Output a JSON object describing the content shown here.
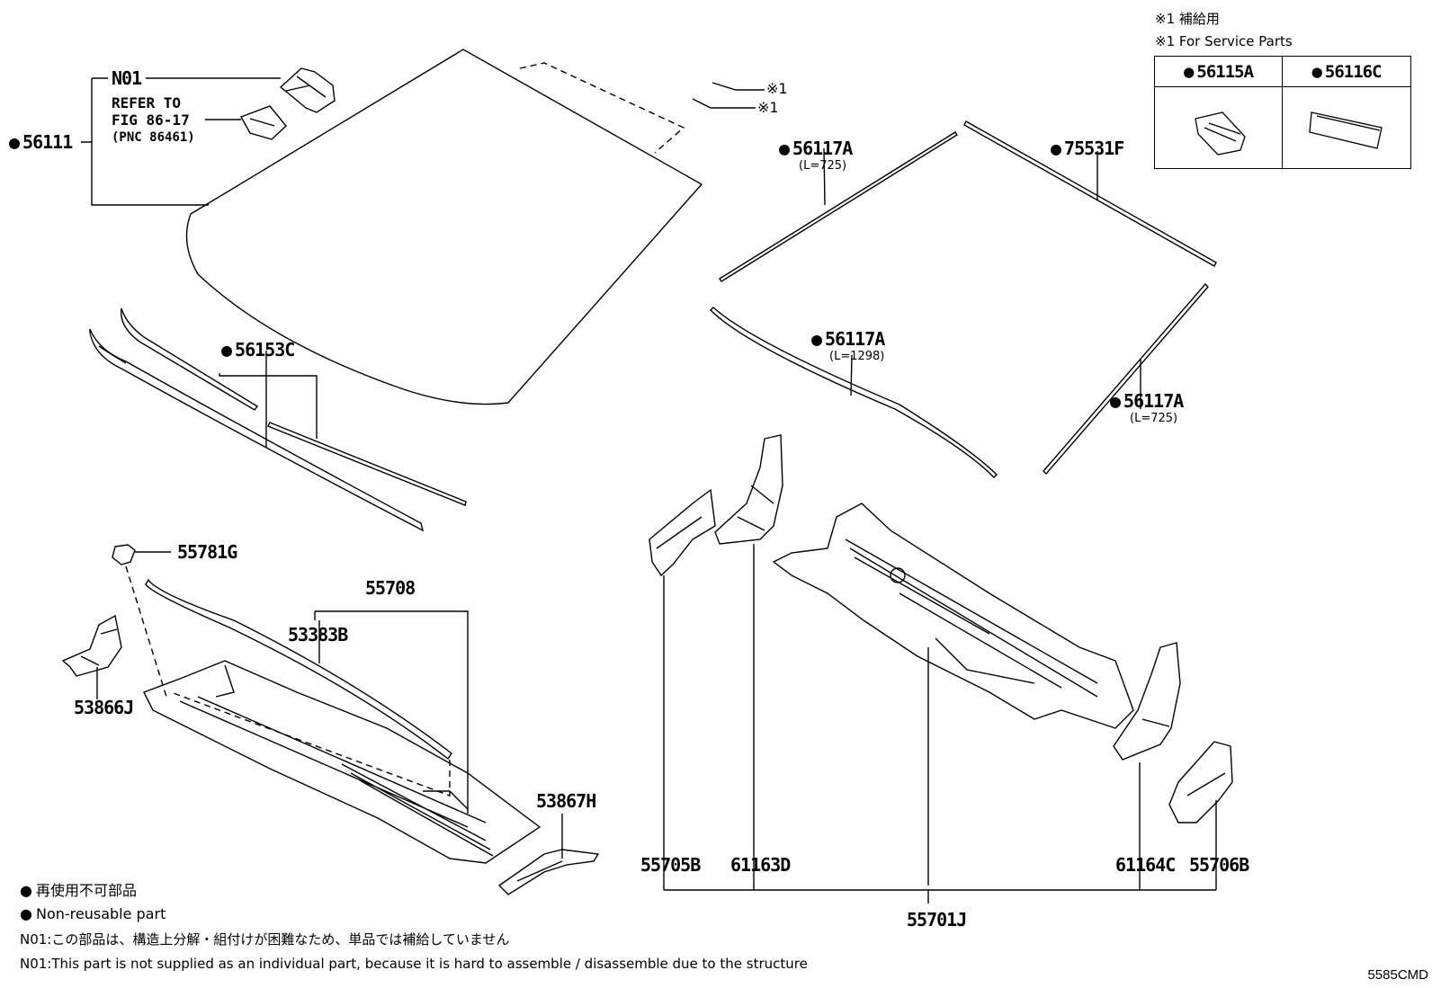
{
  "service_note": {
    "line1": "※1 補給用",
    "line2": "※1 For Service Parts",
    "table": [
      "56115A",
      "56116C"
    ]
  },
  "refer": {
    "line1": "REFER TO",
    "line2": "FIG 86-17",
    "line3": "(PNC 86461)"
  },
  "marker": "※1",
  "parts": {
    "n01": "N01",
    "p56111": "56111",
    "p56117A_top": "56117A",
    "p56117A_top_len": "(L=725)",
    "p75531F": "75531F",
    "p56153C": "56153C",
    "p56117A_mid": "56117A",
    "p56117A_mid_len": "(L=1298)",
    "p56117A_right": "56117A",
    "p56117A_right_len": "(L=725)",
    "p55781G": "55781G",
    "p55708": "55708",
    "p53383B": "53383B",
    "p53866J": "53866J",
    "p53867H": "53867H",
    "p55705B": "55705B",
    "p61163D": "61163D",
    "p61164C": "61164C",
    "p55706B": "55706B",
    "p55701J": "55701J"
  },
  "legend": {
    "jp_nonreuse": "再使用不可部品",
    "en_nonreuse": "Non-reusable part",
    "n01_jp": "N01:この部品は、構造上分解・組付けが困難なため、単品では補給していません",
    "n01_en": "N01:This part is not supplied as an individual part, because it is hard to assemble / disassemble due to the structure"
  },
  "diagram_code": "5585CMD"
}
